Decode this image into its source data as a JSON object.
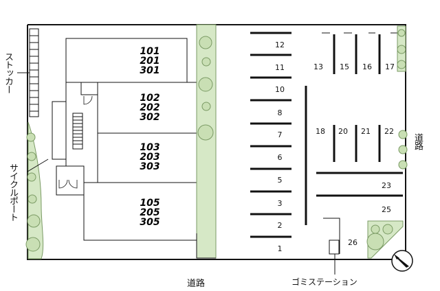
{
  "labels": {
    "stocker": "ストッカー",
    "cycle_port": "サイクルポート",
    "road_bottom": "道路",
    "road_right": "道路",
    "garbage_station": "ゴミステーション"
  },
  "buildings": [
    {
      "units": [
        "101",
        "201",
        "301"
      ]
    },
    {
      "units": [
        "102",
        "202",
        "302"
      ]
    },
    {
      "units": [
        "103",
        "203",
        "303"
      ]
    },
    {
      "units": [
        "105",
        "205",
        "305"
      ]
    }
  ],
  "parking": {
    "left_column": [
      "12",
      "11",
      "10",
      "8",
      "7",
      "6",
      "5",
      "3",
      "2",
      "1"
    ],
    "top_right": [
      "13",
      "15",
      "16",
      "17"
    ],
    "middle_right": [
      "18",
      "20",
      "21",
      "22"
    ],
    "lower_right": [
      "23",
      "25",
      "26"
    ]
  },
  "colors": {
    "line": "#111111",
    "tree": "#c9dfb4",
    "tree_stroke": "#7a9a64",
    "hedge": "#d6e8c6"
  },
  "icons": {
    "compass": "north-arrow-icon"
  }
}
